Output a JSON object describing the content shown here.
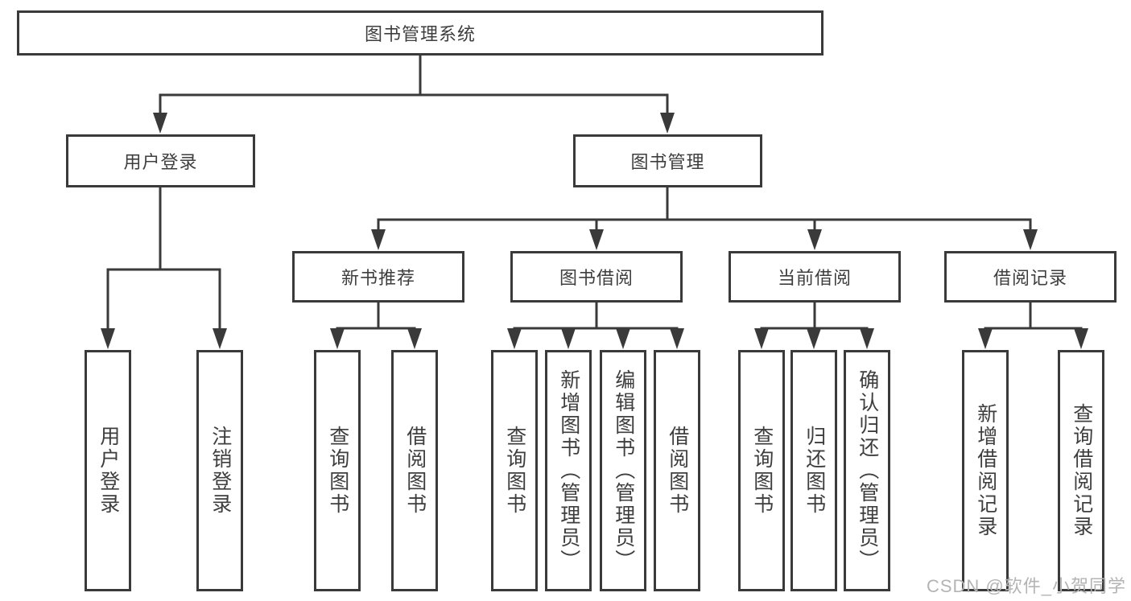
{
  "root": {
    "label": "图书管理系统"
  },
  "user_login": {
    "label": "用户登录",
    "children": [
      {
        "label": "用户登录"
      },
      {
        "label": "注销登录"
      }
    ]
  },
  "book_management": {
    "label": "图书管理",
    "sections": [
      {
        "label": "新书推荐",
        "children": [
          {
            "label": "查询图书"
          },
          {
            "label": "借阅图书"
          }
        ]
      },
      {
        "label": "图书借阅",
        "children": [
          {
            "label": "查询图书"
          },
          {
            "label": "新增图书（管理员）"
          },
          {
            "label": "编辑图书（管理员）"
          },
          {
            "label": "借阅图书"
          }
        ]
      },
      {
        "label": "当前借阅",
        "children": [
          {
            "label": "查询图书"
          },
          {
            "label": "归还图书"
          },
          {
            "label": "确认归还（管理员）"
          }
        ]
      },
      {
        "label": "借阅记录",
        "children": [
          {
            "label": "新增借阅记录"
          },
          {
            "label": "查询借阅记录"
          }
        ]
      }
    ]
  },
  "watermark": {
    "text": "CSDN @软件_小贺同学"
  },
  "colors": {
    "line": "#3a3a3a",
    "text": "#3e3e3e",
    "watermark": "#b4b4b4",
    "background": "#ffffff"
  }
}
